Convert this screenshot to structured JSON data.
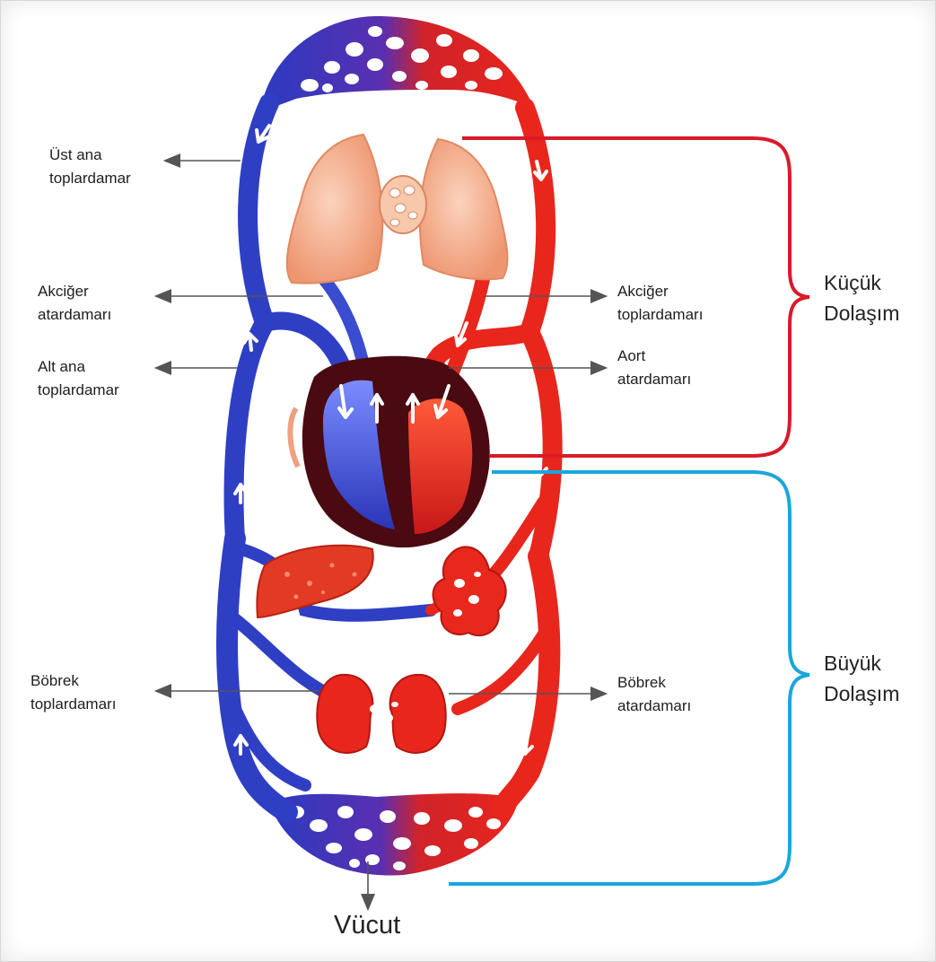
{
  "labels": {
    "ust_ana_toplardamar": [
      "Üst ana",
      "toplardamar"
    ],
    "akciger_atardamari": [
      "Akciğer",
      "atardamarı"
    ],
    "alt_ana_toplardamar": [
      "Alt ana",
      "toplardamar"
    ],
    "bobrek_toplardamari": [
      "Böbrek",
      "toplardamarı"
    ],
    "akciger_toplardamari": [
      "Akciğer",
      "toplardamarı"
    ],
    "aort_atardamari": [
      "Aort",
      "atardamarı"
    ],
    "bobrek_atardamari": [
      "Böbrek",
      "atardamarı"
    ],
    "kucuk_dolasim": [
      "Küçük",
      "Dolaşım"
    ],
    "buyuk_dolasim": [
      "Büyük",
      "Dolaşım"
    ],
    "vucut": "Vücut"
  },
  "colors": {
    "oxygen_poor_blood": "#2f3fc4",
    "oxygen_rich_blood": "#e8261c",
    "small_circulation_bracket": "#d91a2a",
    "large_circulation_bracket": "#1aa6dc",
    "lung": "#f2a47c"
  }
}
